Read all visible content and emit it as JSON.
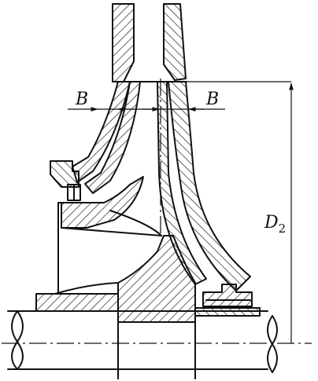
{
  "labels": {
    "b_left": "B",
    "b_right": "B",
    "d_letter": "D",
    "d_subscript": "2"
  }
}
